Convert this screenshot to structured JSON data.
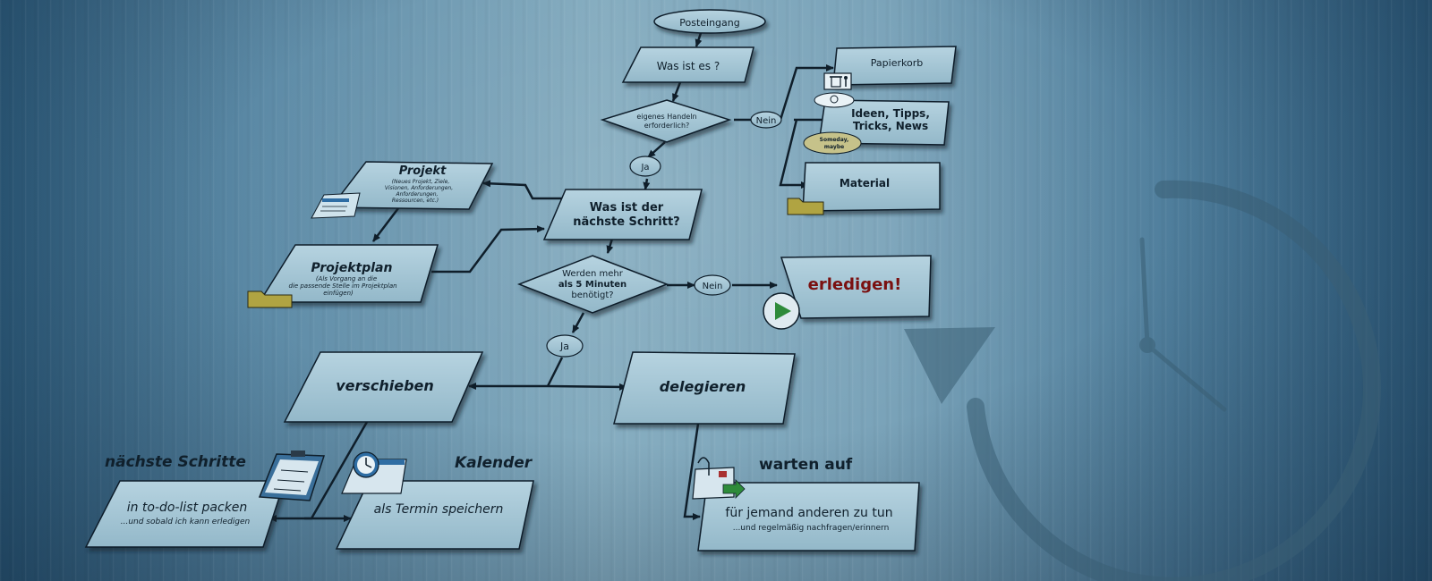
{
  "flow": {
    "inbox": "Posteingang",
    "what_is_it": "Was ist es ?",
    "action_required": [
      "eigenes Handeln",
      "erforderlich?"
    ],
    "no1": "Nein",
    "trash": "Papierkorb",
    "ideas": [
      "Ideen, Tipps,",
      "Tricks, News"
    ],
    "someday": [
      "Someday,",
      "maybe"
    ],
    "material": "Material",
    "yes1": "Ja",
    "next_step": [
      "Was ist der",
      "nächste Schritt?"
    ],
    "project_title": "Projekt",
    "project_sub": [
      "(Neues Projekt, Ziele,",
      "Visionen, Anforderungen,",
      "Anforderungen,",
      "Ressourcen, etc.)"
    ],
    "projectplan_title": "Projektplan",
    "projectplan_sub": [
      "(Als Vorgang an die",
      "die passende Stelle im Projektplan",
      "einfügen)"
    ],
    "more_5min": [
      "Werden mehr",
      "als 5 Minuten",
      "benötigt?"
    ],
    "more_5min_bold": "5 Minuten",
    "no2": "Nein",
    "done": "erledigen!",
    "yes2": "Ja",
    "postpone": "verschieben",
    "delegate": "delegieren",
    "next_steps_title": "nächste Schritte",
    "todo_main": "in to-do-list packen",
    "todo_sub": "...und sobald ich kann erledigen",
    "calendar_title": "Kalender",
    "calendar_main": "als Termin speichern",
    "waiting_title": "warten auf",
    "waiting_main": "für jemand anderen zu tun",
    "waiting_sub": "...und regelmäßig nachfragen/erinnern"
  },
  "colors": {
    "box_fill": "#a6c7d6",
    "line": "#0f1e2a",
    "play_green": "#2e8b3a",
    "folder": "#b0a442"
  },
  "icons": [
    "trash-icon",
    "bulb-cloud-icon",
    "folder-icon",
    "document-icon",
    "play-icon",
    "clipboard-icon",
    "calendar-clock-icon",
    "outbox-icon",
    "clock-icon"
  ]
}
